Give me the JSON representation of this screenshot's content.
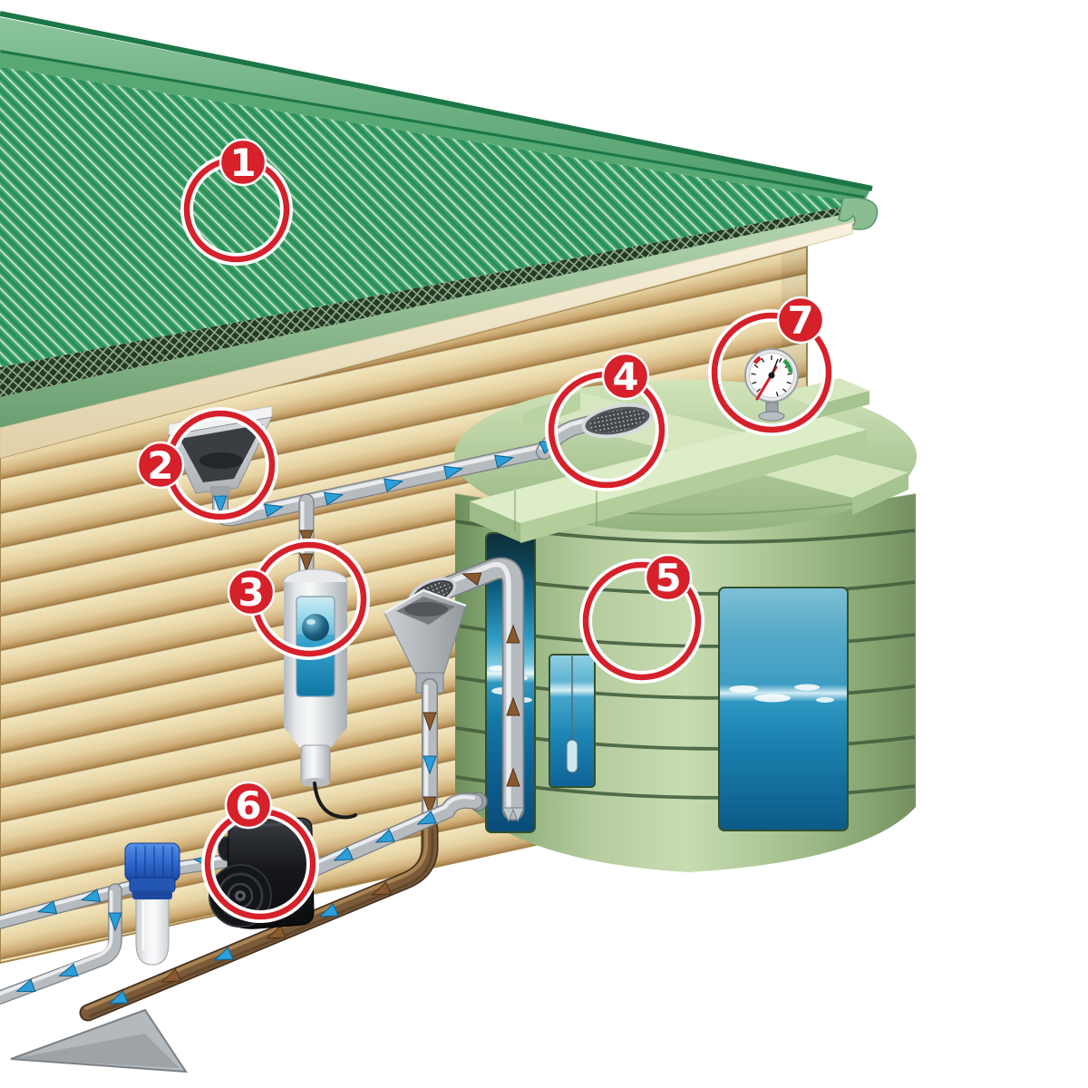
{
  "diagram": {
    "callouts": [
      {
        "number": "1",
        "target": "roof-catchment"
      },
      {
        "number": "2",
        "target": "rain-head-leaf-screen"
      },
      {
        "number": "3",
        "target": "first-flush-diverter"
      },
      {
        "number": "4",
        "target": "tank-inlet-screen"
      },
      {
        "number": "5",
        "target": "rainwater-tank"
      },
      {
        "number": "6",
        "target": "pump"
      },
      {
        "number": "7",
        "target": "tank-level-gauge"
      }
    ],
    "colors": {
      "callout_red": "#d6202a",
      "roof_corrugation_green": "#259257",
      "ridge_cap_green": "#1c7747",
      "gutter_green": "#7ab386",
      "siding_tan": "#e4cf9e",
      "fascia_cream": "#f3ecd6",
      "tank_body_green": "#b5cc9e",
      "tank_rib_green": "#44603d",
      "water_blue": "#2f97c2",
      "pipe_gray": "#b6bbc0",
      "overflow_pipe_brown": "#7b5a39",
      "flow_arrow_blue": "#2b9fd9",
      "flow_arrow_brown": "#8a5a2f",
      "pump_black": "#17181b",
      "filter_blue": "#2f6ad0",
      "gauge_needle_red": "#d6202a",
      "gauge_arc_green": "#2f9e4f"
    }
  }
}
